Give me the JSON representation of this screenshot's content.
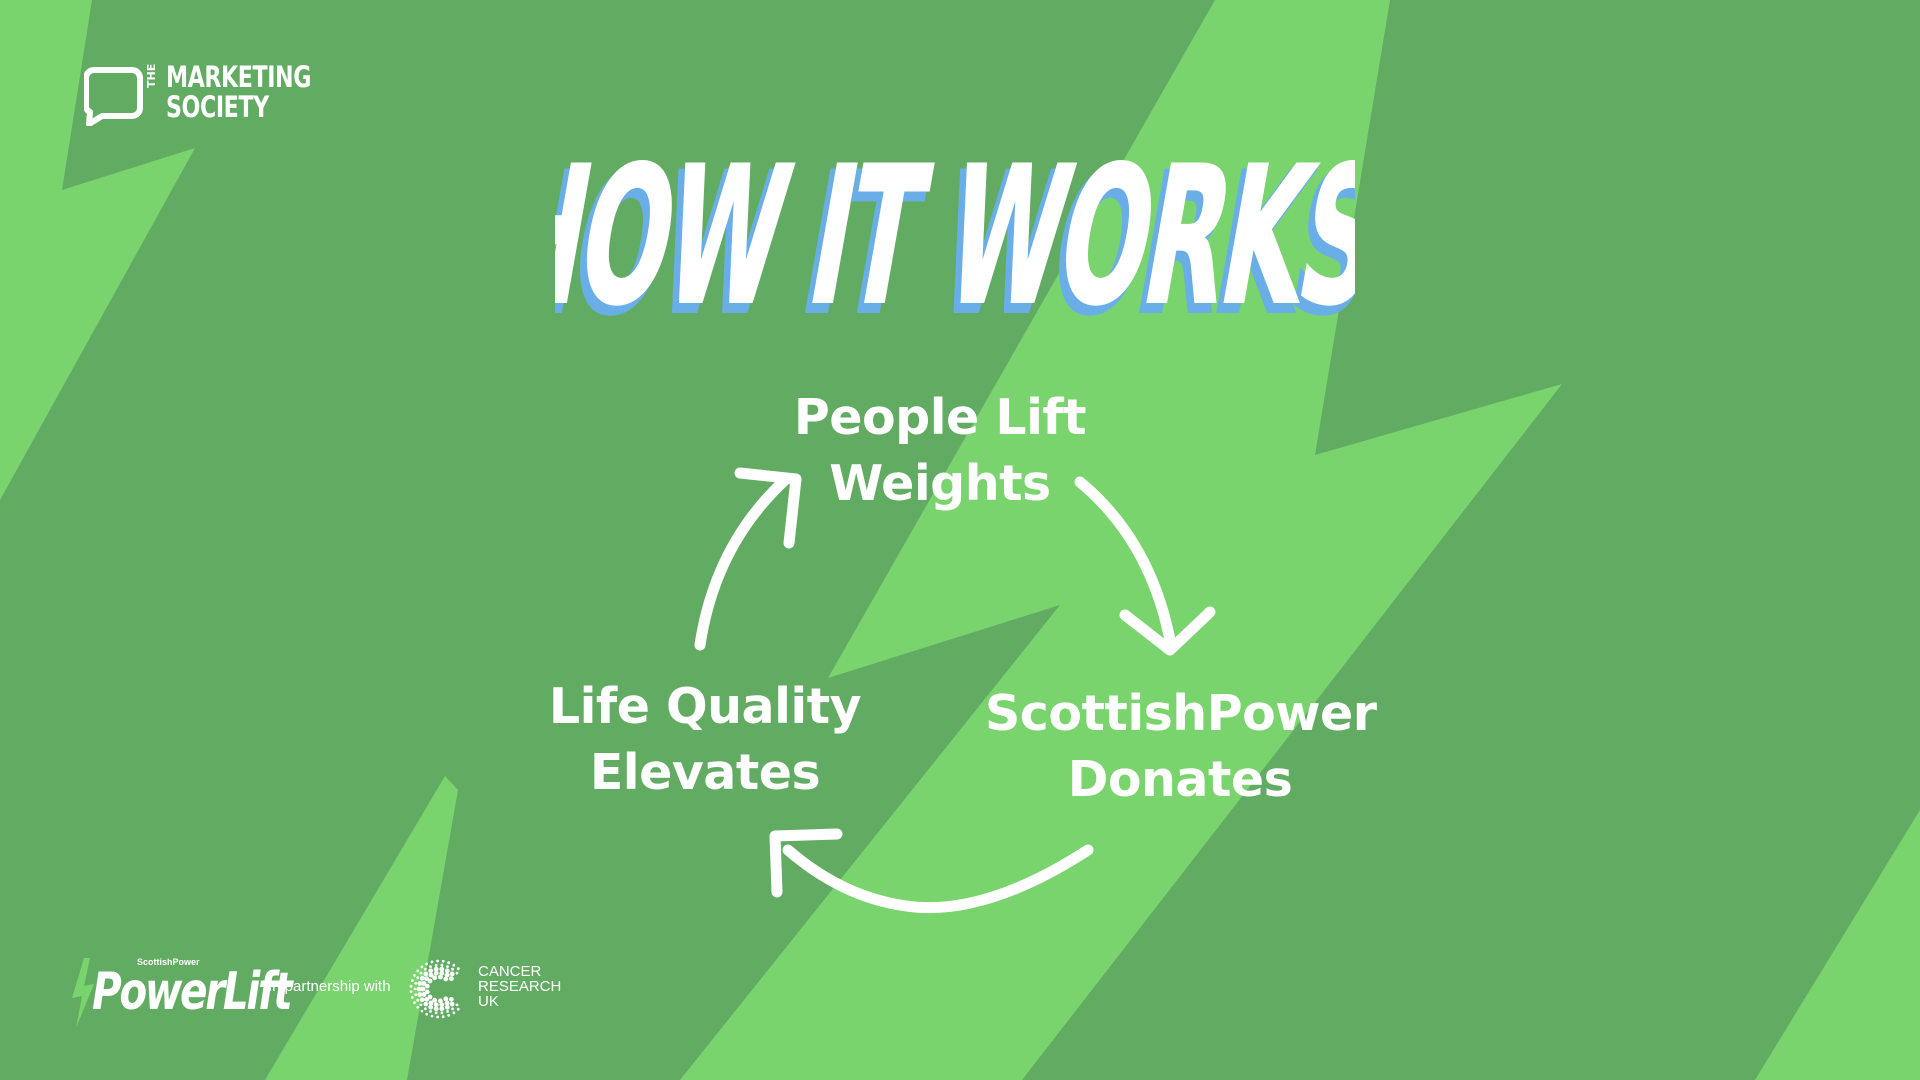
{
  "colors": {
    "background": "#62ab63",
    "stripe": "#79d46d",
    "title_fill": "#ffffff",
    "title_shadow": "#6aaee8",
    "text": "#ffffff"
  },
  "logo": {
    "the": "THE",
    "line1": "MARKETING",
    "line2": "SOCIETY",
    "icon": "speech-bubble-icon"
  },
  "title": "HOW IT WORKS",
  "cycle": {
    "steps": [
      {
        "line1": "People Lift",
        "line2": "Weights"
      },
      {
        "line1": "ScottishPower",
        "line2": "Donates"
      },
      {
        "line1": "Life Quality",
        "line2": "Elevates"
      }
    ],
    "arrow_icon": "curved-arrow-icon"
  },
  "footer": {
    "brand_small": "ScottishPower",
    "brand_word": "PowerLift",
    "partnership": "In partnership with",
    "partner_lines": [
      "CANCER",
      "RESEARCH",
      "UK"
    ],
    "partner_icon": "cancer-research-c-icon",
    "bolt_icon": "lightning-bolt-icon"
  }
}
